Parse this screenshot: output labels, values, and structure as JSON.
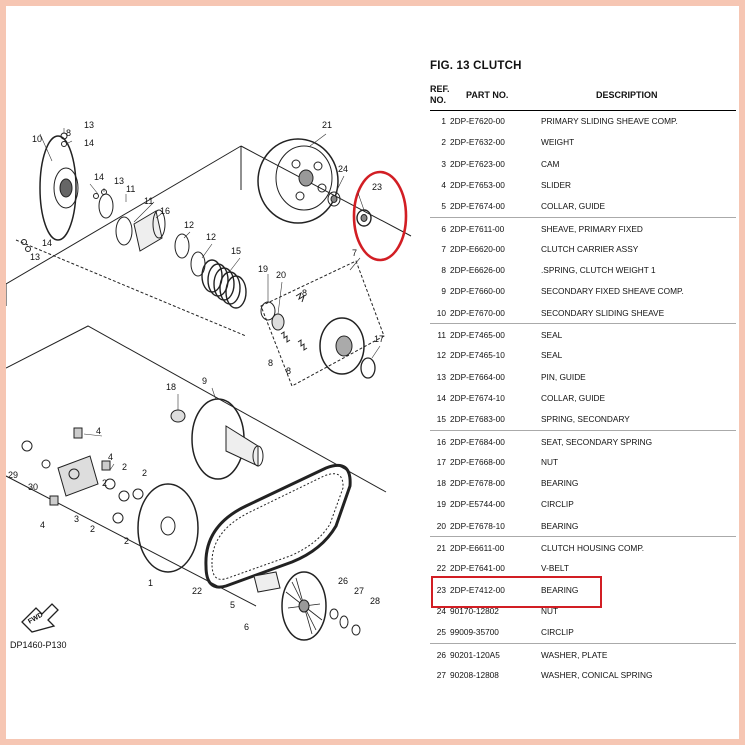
{
  "figure": {
    "title": "FIG. 13  CLUTCH",
    "code": "DP1460-P130",
    "fwd": "FWD"
  },
  "header": {
    "ref_line1": "REF.",
    "ref_line2": "NO.",
    "part": "PART NO.",
    "desc": "DESCRIPTION"
  },
  "rows": [
    {
      "ref": "1",
      "part": "2DP-E7620-00",
      "desc": "PRIMARY SLIDING SHEAVE COMP."
    },
    {
      "ref": "2",
      "part": "2DP-E7632-00",
      "desc": "WEIGHT"
    },
    {
      "ref": "3",
      "part": "2DP-E7623-00",
      "desc": "CAM"
    },
    {
      "ref": "4",
      "part": "2DP-E7653-00",
      "desc": "SLIDER"
    },
    {
      "ref": "5",
      "part": "2DP-E7674-00",
      "desc": "COLLAR, GUIDE"
    },
    {
      "ref": "6",
      "part": "2DP-E7611-00",
      "desc": "SHEAVE, PRIMARY FIXED"
    },
    {
      "ref": "7",
      "part": "2DP-E6620-00",
      "desc": "CLUTCH CARRIER ASSY"
    },
    {
      "ref": "8",
      "part": "2DP-E6626-00",
      "desc": ".SPRING, CLUTCH WEIGHT 1"
    },
    {
      "ref": "9",
      "part": "2DP-E7660-00",
      "desc": "SECONDARY FIXED SHEAVE COMP."
    },
    {
      "ref": "10",
      "part": "2DP-E7670-00",
      "desc": "SECONDARY SLIDING SHEAVE"
    },
    {
      "ref": "11",
      "part": "2DP-E7465-00",
      "desc": "SEAL"
    },
    {
      "ref": "12",
      "part": "2DP-E7465-10",
      "desc": "SEAL"
    },
    {
      "ref": "13",
      "part": "2DP-E7664-00",
      "desc": "PIN, GUIDE"
    },
    {
      "ref": "14",
      "part": "2DP-E7674-10",
      "desc": "COLLAR, GUIDE"
    },
    {
      "ref": "15",
      "part": "2DP-E7683-00",
      "desc": "SPRING, SECONDARY"
    },
    {
      "ref": "16",
      "part": "2DP-E7684-00",
      "desc": "SEAT, SECONDARY SPRING"
    },
    {
      "ref": "17",
      "part": "2DP-E7668-00",
      "desc": "NUT"
    },
    {
      "ref": "18",
      "part": "2DP-E7678-00",
      "desc": "BEARING"
    },
    {
      "ref": "19",
      "part": "2DP-E5744-00",
      "desc": "CIRCLIP"
    },
    {
      "ref": "20",
      "part": "2DP-E7678-10",
      "desc": "BEARING"
    },
    {
      "ref": "21",
      "part": "2DP-E6611-00",
      "desc": "CLUTCH HOUSING COMP."
    },
    {
      "ref": "22",
      "part": "2DP-E7641-00",
      "desc": "V-BELT"
    },
    {
      "ref": "23",
      "part": "2DP-E7412-00",
      "desc": "BEARING"
    },
    {
      "ref": "24",
      "part": "90170-12802",
      "desc": "NUT"
    },
    {
      "ref": "25",
      "part": "99009-35700",
      "desc": "CIRCLIP"
    },
    {
      "ref": "26",
      "part": "90201-120A5",
      "desc": "WASHER, PLATE"
    },
    {
      "ref": "27",
      "part": "90208-12808",
      "desc": "WASHER, CONICAL SPRING"
    }
  ],
  "callouts": [
    "1",
    "2",
    "2",
    "2",
    "2",
    "2",
    "3",
    "4",
    "4",
    "4",
    "5",
    "6",
    "7",
    "8",
    "8",
    "8",
    "9",
    "10",
    "11",
    "11",
    "12",
    "12",
    "13",
    "13",
    "13",
    "14",
    "14",
    "14",
    "15",
    "16",
    "17",
    "18",
    "19",
    "20",
    "21",
    "22",
    "23",
    "24",
    "26",
    "27",
    "28",
    "29",
    "30"
  ],
  "colors": {
    "highlight": "#d21e24",
    "frame": "#f6c6b3"
  }
}
